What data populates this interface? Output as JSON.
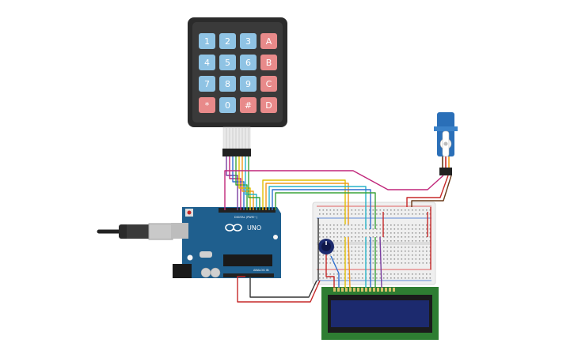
{
  "keypad": {
    "keys": [
      {
        "label": "1",
        "kind": "digit"
      },
      {
        "label": "2",
        "kind": "digit"
      },
      {
        "label": "3",
        "kind": "digit"
      },
      {
        "label": "A",
        "kind": "letter"
      },
      {
        "label": "4",
        "kind": "digit"
      },
      {
        "label": "5",
        "kind": "digit"
      },
      {
        "label": "6",
        "kind": "digit"
      },
      {
        "label": "B",
        "kind": "letter"
      },
      {
        "label": "7",
        "kind": "digit"
      },
      {
        "label": "8",
        "kind": "digit"
      },
      {
        "label": "9",
        "kind": "digit"
      },
      {
        "label": "C",
        "kind": "letter"
      },
      {
        "label": "*",
        "kind": "letter"
      },
      {
        "label": "0",
        "kind": "digit"
      },
      {
        "label": "#",
        "kind": "letter"
      },
      {
        "label": "D",
        "kind": "letter"
      }
    ]
  },
  "arduino": {
    "brand": "UNO",
    "digital_label": "DIGITAL (PWM~)",
    "analog_label": "ANALOG IN"
  },
  "colors": {
    "key_digit": "#8fc3e4",
    "key_letter": "#e88a8a",
    "keypad_body": "#2b2b2b",
    "arduino_board": "#1f5f8e",
    "lcd_pcb": "#2e7d32",
    "lcd_screen": "#1c2a6e",
    "breadboard": "#f0f0f0",
    "servo_body": "#2a6fb8",
    "wire_yellow": "#e0c000",
    "wire_green": "#3aa33a",
    "wire_blue": "#2f6fd0",
    "wire_cyan": "#27b3c9",
    "wire_orange": "#f29a1a",
    "wire_magenta": "#c0277a",
    "wire_red": "#c62828",
    "wire_dark": "#333333",
    "wire_purple": "#7b3fa0"
  }
}
